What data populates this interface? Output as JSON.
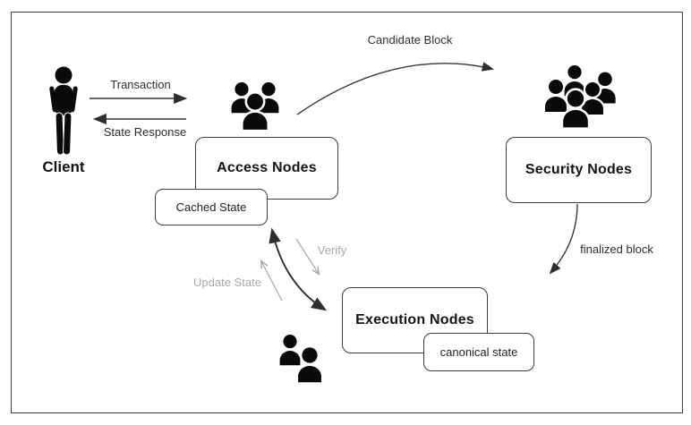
{
  "nodes": {
    "client": {
      "label": "Client"
    },
    "access": {
      "label": "Access Nodes"
    },
    "security": {
      "label": "Security Nodes"
    },
    "execution": {
      "label": "Execution Nodes"
    },
    "cached_state": {
      "label": "Cached State"
    },
    "canonical_state": {
      "label": "canonical state"
    }
  },
  "edges": {
    "transaction": {
      "label": "Transaction",
      "from": "client",
      "to": "access"
    },
    "state_response": {
      "label": "State Response",
      "from": "access",
      "to": "client"
    },
    "candidate_block": {
      "label": "Candidate Block",
      "from": "access",
      "to": "security"
    },
    "finalized_block": {
      "label": "finalized block",
      "from": "security",
      "to": "execution"
    },
    "verify": {
      "label": "Verify",
      "from": "access",
      "to": "execution"
    },
    "update_state": {
      "label": "Update State",
      "from": "execution",
      "to": "access"
    },
    "exchange": {
      "label": "",
      "from": "cached_state",
      "to": "execution",
      "style": "double-headed"
    }
  },
  "colors": {
    "ink": "#2e2e2e",
    "muted_gray": "#a9a9a9",
    "icon_black": "#0a0a0a",
    "box_border": "#3d3d3d",
    "frame_border": "#3f3f3f",
    "background": "#ffffff"
  }
}
